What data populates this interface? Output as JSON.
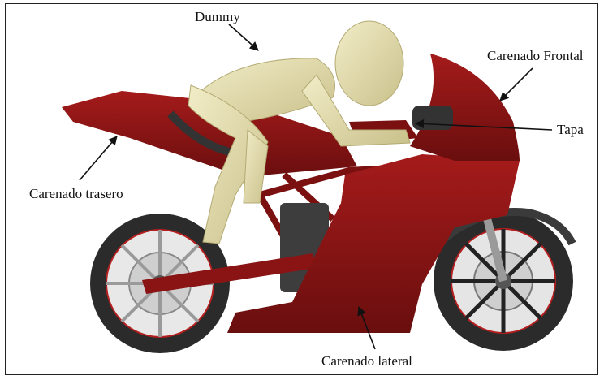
{
  "labels": {
    "dummy": "Dummy",
    "front_fairing": "Carenado Frontal",
    "cover": "Tapa",
    "rear_fairing": "Carenado trasero",
    "side_fairing": "Carenado lateral"
  },
  "colors": {
    "fairing": "#8b1414",
    "fairing_dark": "#5e0c0c",
    "dummy": "#e6e0b4",
    "dummy_shade": "#c9c18c",
    "tire": "#2a2a2a",
    "rim": "#b0b0b0"
  }
}
